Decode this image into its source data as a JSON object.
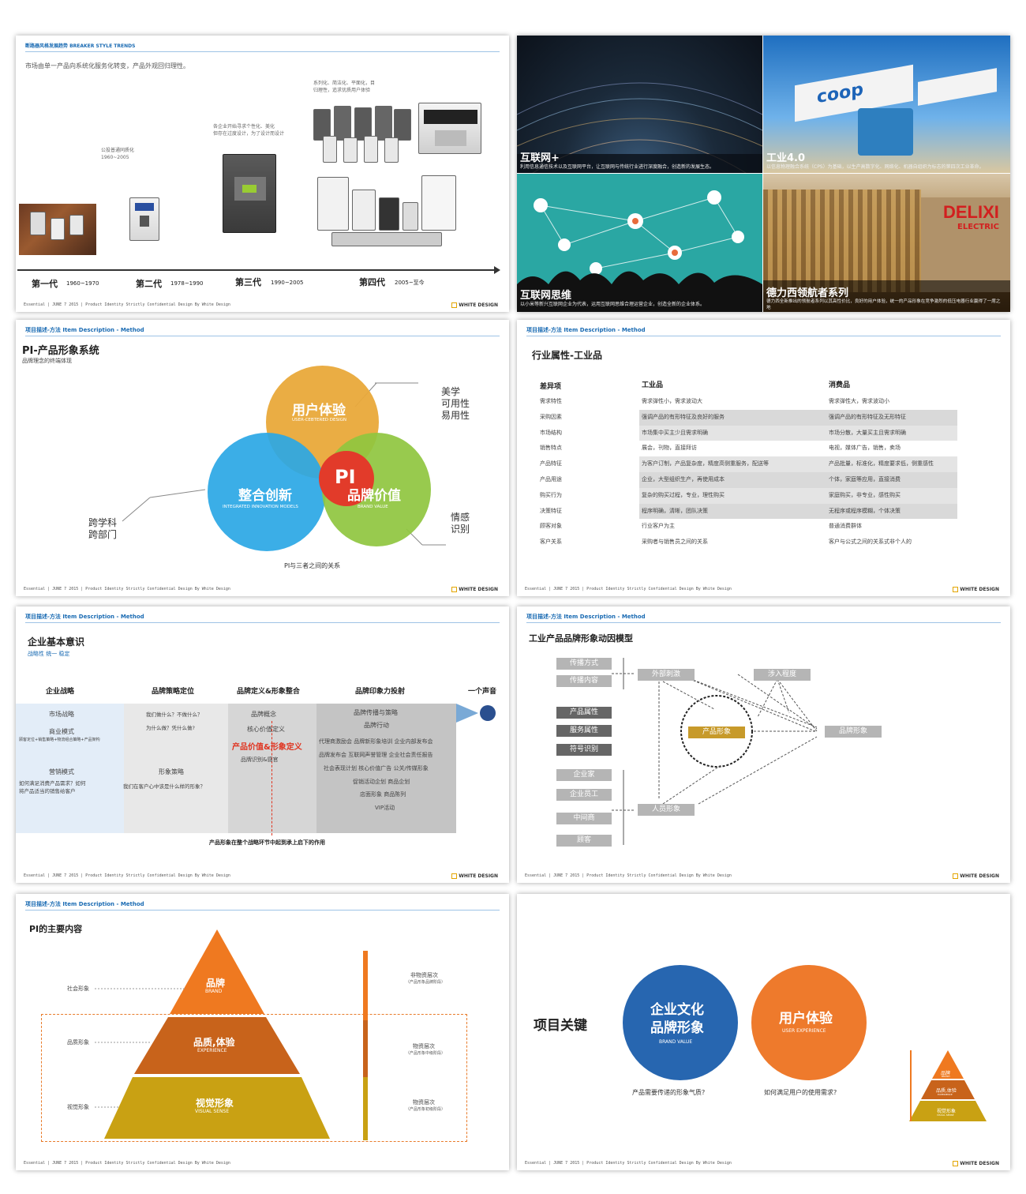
{
  "s1": {
    "header": "断路器风格发展趋势 BREAKER STYLE TRENDS",
    "intro": "市场由单一产品向系统化服务化转变，产品外观回归理性。",
    "note1": "公投普通同质化",
    "note1b": "1960~2005",
    "note2": "各企业开始寻求个性化、美化",
    "note2b": "但存在过度设计，为了设计而设计",
    "note3": "系列化、简洁化、平面化，目",
    "note3b": "归理性，追求优质用户体验",
    "gens": [
      {
        "label": "第一代",
        "years": "1960~1970"
      },
      {
        "label": "第二代",
        "years": "1978~1990"
      },
      {
        "label": "第三代",
        "years": "1990~2005"
      },
      {
        "label": "第四代",
        "years": "2005~至今"
      }
    ]
  },
  "footer": "Essential | JUNE 7 2015 | Product Identity Strictly Confidential Design By White Design",
  "logo": "WHITE DESIGN",
  "s2": {
    "tiles": [
      {
        "title": "互联网+",
        "desc": "利用信息通信技术以及互联网平台，让互联网与传统行业进行深度融合，创造新的发展生态。"
      },
      {
        "title": "工业4.0",
        "desc": "以信息物理融合系统（CPS）为基础，以生产高数字化、网络化、机器自组织为标志的第四次工业革命。"
      },
      {
        "title": "互联网思维",
        "desc": "以小米等新兴互联网企业为代表，运用互联网思维合理运营企业，创造全新的企业体系。"
      },
      {
        "title": "德力西领航者系列",
        "desc": "德力西全新推出的领航者系列以其高性价比，良好的用户体验，统一的产品形象在竞争激烈的低压电器行业赢得了一席之地"
      }
    ],
    "coop": "coop",
    "delixi": "DELIXI",
    "electric": "ELECTRIC"
  },
  "s3": {
    "header": "项目描述-方法 Item Description - Method",
    "title": "PI-产品形象系统",
    "subtitle": "品牌理念的终端体现",
    "c1": "用户体验",
    "c1e": "USER-CEBTERED DESIGN",
    "c2": "整合创新",
    "c2e": "INTEGRATED INNOVATION MODELS",
    "c3": "品牌价值",
    "c3e": "BRAND VALUE",
    "pi": "PI",
    "r1": "美学",
    "r2": "可用性",
    "r3": "易用性",
    "l1": "跨学科",
    "l2": "跨部门",
    "r4": "情感",
    "r5": "识别",
    "caption": "PI与三者之间的关系"
  },
  "s4": {
    "header": "项目描述-方法 Item Description - Method",
    "title": "行业属性-工业品",
    "col0": "差异项",
    "col1": "工业品",
    "col2": "消费品",
    "rows": [
      [
        "需求特性",
        "需求弹性小，需求波动大",
        "需求弹性大，需求波动小"
      ],
      [
        "采购因素",
        "强调产品的有形特征及良好的服务",
        "强调产品的有形特征及无形特征"
      ],
      [
        "市场结构",
        "市场集中买主少且需求明确",
        "市场分散，大量买主且需求明确"
      ],
      [
        "销售特点",
        "展会，刊物，直接拜访",
        "电视，媒体广告，销售，卖场"
      ],
      [
        "产品特征",
        "为客户订制，产品复杂度，精度高侧重服务，配送等",
        "产品批量，标准化，精度要求低，侧重感性"
      ],
      [
        "产品用途",
        "企业，大型组织生产，再使用成本",
        "个体，家庭等应用，直接消费"
      ],
      [
        "购买行为",
        "复杂的购买过程，专业，理性购买",
        "家庭购买，非专业，感性购买"
      ],
      [
        "决策特征",
        "程序明确，清晰，团队决策",
        "无程序或程序模糊，个体决策"
      ],
      [
        "顾客对象",
        "行业客户为主",
        "普通消费群体"
      ],
      [
        "客户关系",
        "采购者与销售员之间的关系",
        "客户与公式之间的关系式非个人的"
      ]
    ]
  },
  "s5": {
    "header": "项目描述-方法 Item Description - Method",
    "title": "企业基本意识",
    "subtitle": "战略性  统一  稳定",
    "cols": [
      "企业战略",
      "品牌策略定位",
      "品牌定义&形象整合",
      "品牌印象力投射",
      "一个声音"
    ],
    "c1": [
      "市场战略",
      "商业模式",
      "顾客定位+销售策略+物流组合策略+产品架构",
      "营销模式",
      "如何满足消费产品需求？如何",
      "将产品适当的销售给客户"
    ],
    "c2": [
      "我们做什么？不做什么？",
      "为什么做？凭什么做?",
      "形象策略",
      "我们在客户心中该是什么样的形象？"
    ],
    "c3": [
      "品牌概念",
      "核心价值定义",
      "产品价值&形象定义",
      "品牌识别&感官"
    ],
    "c4": [
      "品牌传播与策略",
      "品牌行动",
      "代理商激励会 品牌新形象培训 企业内部发布会",
      "品牌发布会 互联网声誉管理 企业社会责任报告",
      "社会表现计划 核心价值广告 公关/传媒形象",
      "促销活动企划 商品企划",
      "店面形象 商品陈列",
      "VIP活动"
    ],
    "caption": "产品形象在整个战略环节中起到承上启下的作用"
  },
  "s6": {
    "header": "项目描述-方法 Item Description - Method",
    "title": "工业产品品牌形象动因模型",
    "left": [
      "传播方式",
      "传播内容",
      "产品属性",
      "服务属性",
      "符号识别",
      "企业家",
      "企业员工",
      "中间商",
      "顾客"
    ],
    "outer": "外部刺激",
    "involve": "涉入程度",
    "center": "产品形象",
    "brand": "品牌形象",
    "people": "人员形象"
  },
  "s7": {
    "header": "项目描述-方法 Item Description - Method",
    "title": "PI的主要内容",
    "tiers": [
      {
        "cn": "品牌",
        "en": "BRAND",
        "side": "社会形象",
        "right": "非物资层次",
        "rsub": "（产品形象品牌阶段）"
      },
      {
        "cn": "品质,体验",
        "en": "EXPERIENCE",
        "side": "品质形象",
        "right": "物资层次",
        "rsub": "（产品形象中级阶段）"
      },
      {
        "cn": "视觉形象",
        "en": "VISUAL SENSE",
        "side": "视觉形象",
        "right": "物资层次",
        "rsub": "（产品形象初级阶段）"
      }
    ]
  },
  "s8": {
    "title": "项目关键",
    "c1a": "企业文化",
    "c1b": "品牌形象",
    "c1e": "BRAND VALUE",
    "c2": "用户体验",
    "c2e": "USER EXPERIENCE",
    "q1": "产品需要传递的形象气质?",
    "q2": "如何满足用户的使用需求?",
    "mini": [
      {
        "cn": "品牌",
        "en": "BRAND"
      },
      {
        "cn": "品质,体验",
        "en": "EXPERIENCE"
      },
      {
        "cn": "视觉形象",
        "en": "VISUAL SENSE"
      }
    ]
  }
}
